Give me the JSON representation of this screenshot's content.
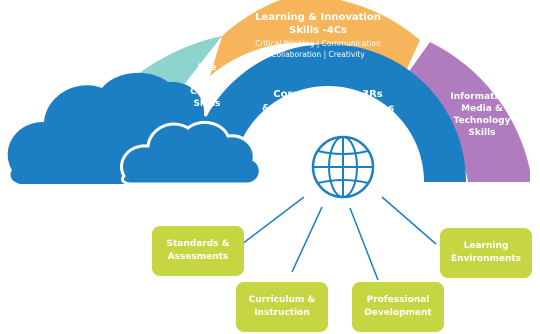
{
  "colors": {
    "cloud": "#1c7fc4",
    "core_arc": "#1c7fc4",
    "life_career": "#8fd3cf",
    "learning_innovation": "#f6b55a",
    "information_media": "#b07cc0",
    "support_box": "#c6d643",
    "connector": "#1c7fc4",
    "globe": "#1c7fc4"
  },
  "icons": [
    "cloud-shape",
    "globe-icon"
  ],
  "core_subjects": {
    "line1": "Core Subjects - 3Rs",
    "line2": "& 21st Century Themes"
  },
  "life_career": {
    "line1": "Life",
    "line2": "&",
    "line3": "Career",
    "line4": "Skills"
  },
  "learning_innovation": {
    "line1": "Learning & Innovation",
    "line2": "Skills -4Cs",
    "sub1": "Critical thinking | Communication",
    "sub2": "Collaboration | Creativity"
  },
  "information_media": {
    "line1": "Information,",
    "line2": "Media &",
    "line3": "Technology",
    "line4": "Skills"
  },
  "support_systems": [
    {
      "line1": "Standards &",
      "line2": "Assesments"
    },
    {
      "line1": "Curriculum &",
      "line2": "Instruction"
    },
    {
      "line1": "Professional",
      "line2": "Development"
    },
    {
      "line1": "Learning",
      "line2": "Environments"
    }
  ]
}
